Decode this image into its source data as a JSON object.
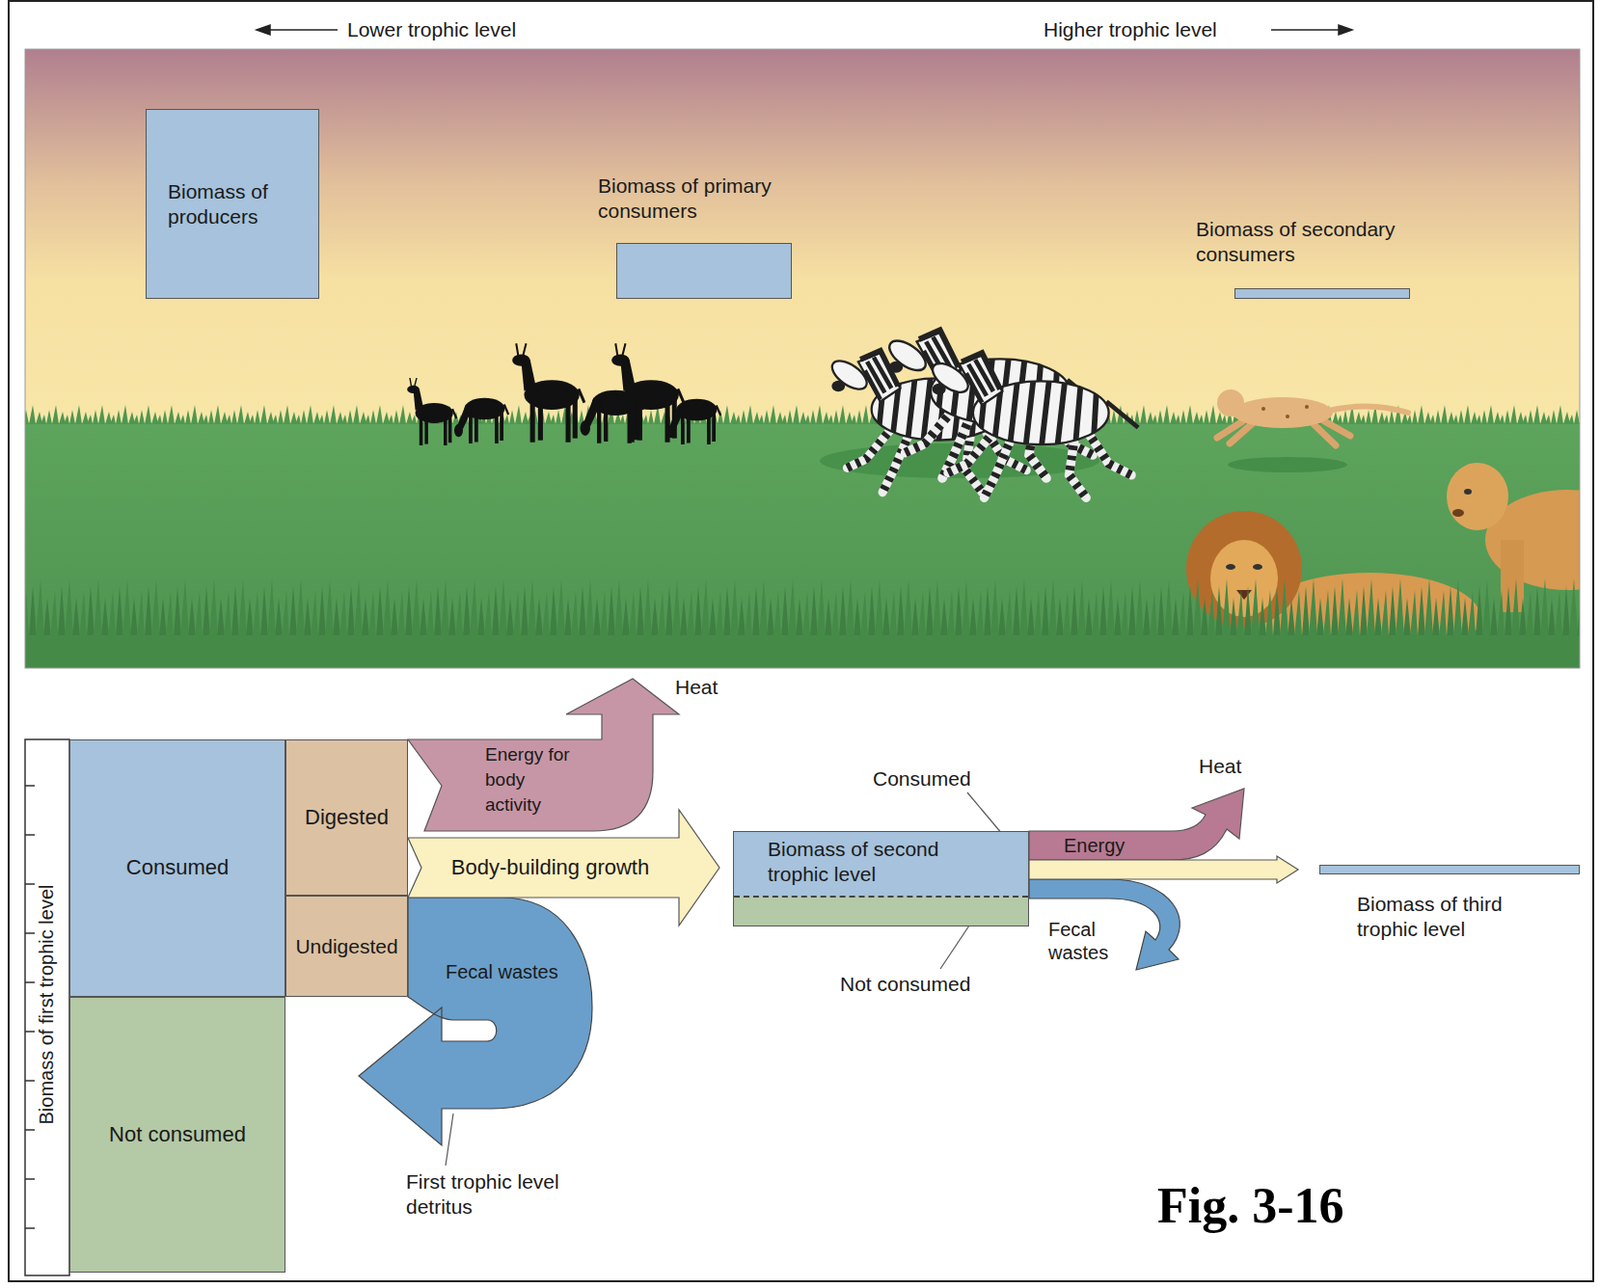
{
  "diagram": {
    "caption": "Fig. 3-16",
    "nodes": [
      {
        "text": [
          "Biomass of producers"
        ]
      },
      {
        "text": [
          "Biomass of primary consumers"
        ]
      },
      {
        "text": [
          "Biomass of secondary consumers"
        ]
      },
      {
        "text": [
          "Consumed"
        ]
      },
      {
        "text": [
          "Not consumed"
        ]
      },
      {
        "text": [
          "Digested"
        ]
      },
      {
        "text": [
          "Undigested"
        ]
      },
      {
        "text": [
          "Biomass of second trophic level"
        ]
      },
      {
        "text": [
          "Biomass of third trophic level"
        ]
      }
    ],
    "edges": [
      {
        "from": 5,
        "to": 7,
        "label": "Body-building growth",
        "arrow": "to"
      },
      {
        "from": 7,
        "to": 8,
        "arrow": "to"
      }
    ],
    "labels": [
      "Lower trophic level",
      "Higher trophic level",
      "Biomass of first trophic level",
      "Heat",
      "Energy for body activity",
      "Fecal wastes",
      "First trophic level detritus",
      "Consumed",
      "Heat",
      "Energy",
      "Fecal wastes",
      "Not consumed"
    ]
  }
}
